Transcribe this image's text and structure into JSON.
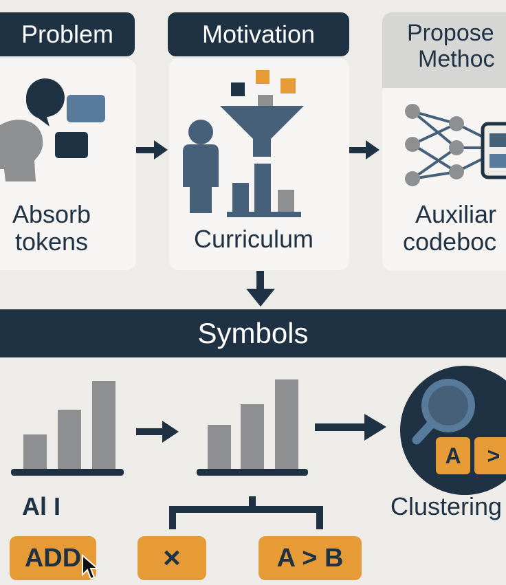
{
  "stages": {
    "problem": {
      "header": "Problem",
      "caption_line1": "Absorb",
      "caption_line2": "tokens"
    },
    "motivation": {
      "header": "Motivation",
      "caption": "Curriculum"
    },
    "proposed": {
      "header_line1": "Propose",
      "header_line2": "Methoc",
      "caption_line1": "Auxiliar",
      "caption_line2": "codeboc"
    }
  },
  "band": {
    "title": "Symbols"
  },
  "bottom": {
    "left_label": "Al I",
    "clustering_label": "Clustering",
    "cluster_chip_a": "A",
    "cluster_chip_b": ">",
    "chips": {
      "add": "ADD",
      "times": "×",
      "compare": "A > B"
    }
  },
  "colors": {
    "navy": "#1f3244",
    "steel": "#46607a",
    "blue_grey": "#587a9b",
    "grey": "#8e8f91",
    "orange": "#e79b37",
    "bg": "#eeece9"
  },
  "icons": [
    "speech-bubbles-icon",
    "head-icon",
    "funnel-icon",
    "person-icon",
    "bar-chart-icon",
    "neural-network-icon",
    "magnifier-icon",
    "arrow-right-icon",
    "arrow-down-icon",
    "mouse-cursor-icon"
  ]
}
